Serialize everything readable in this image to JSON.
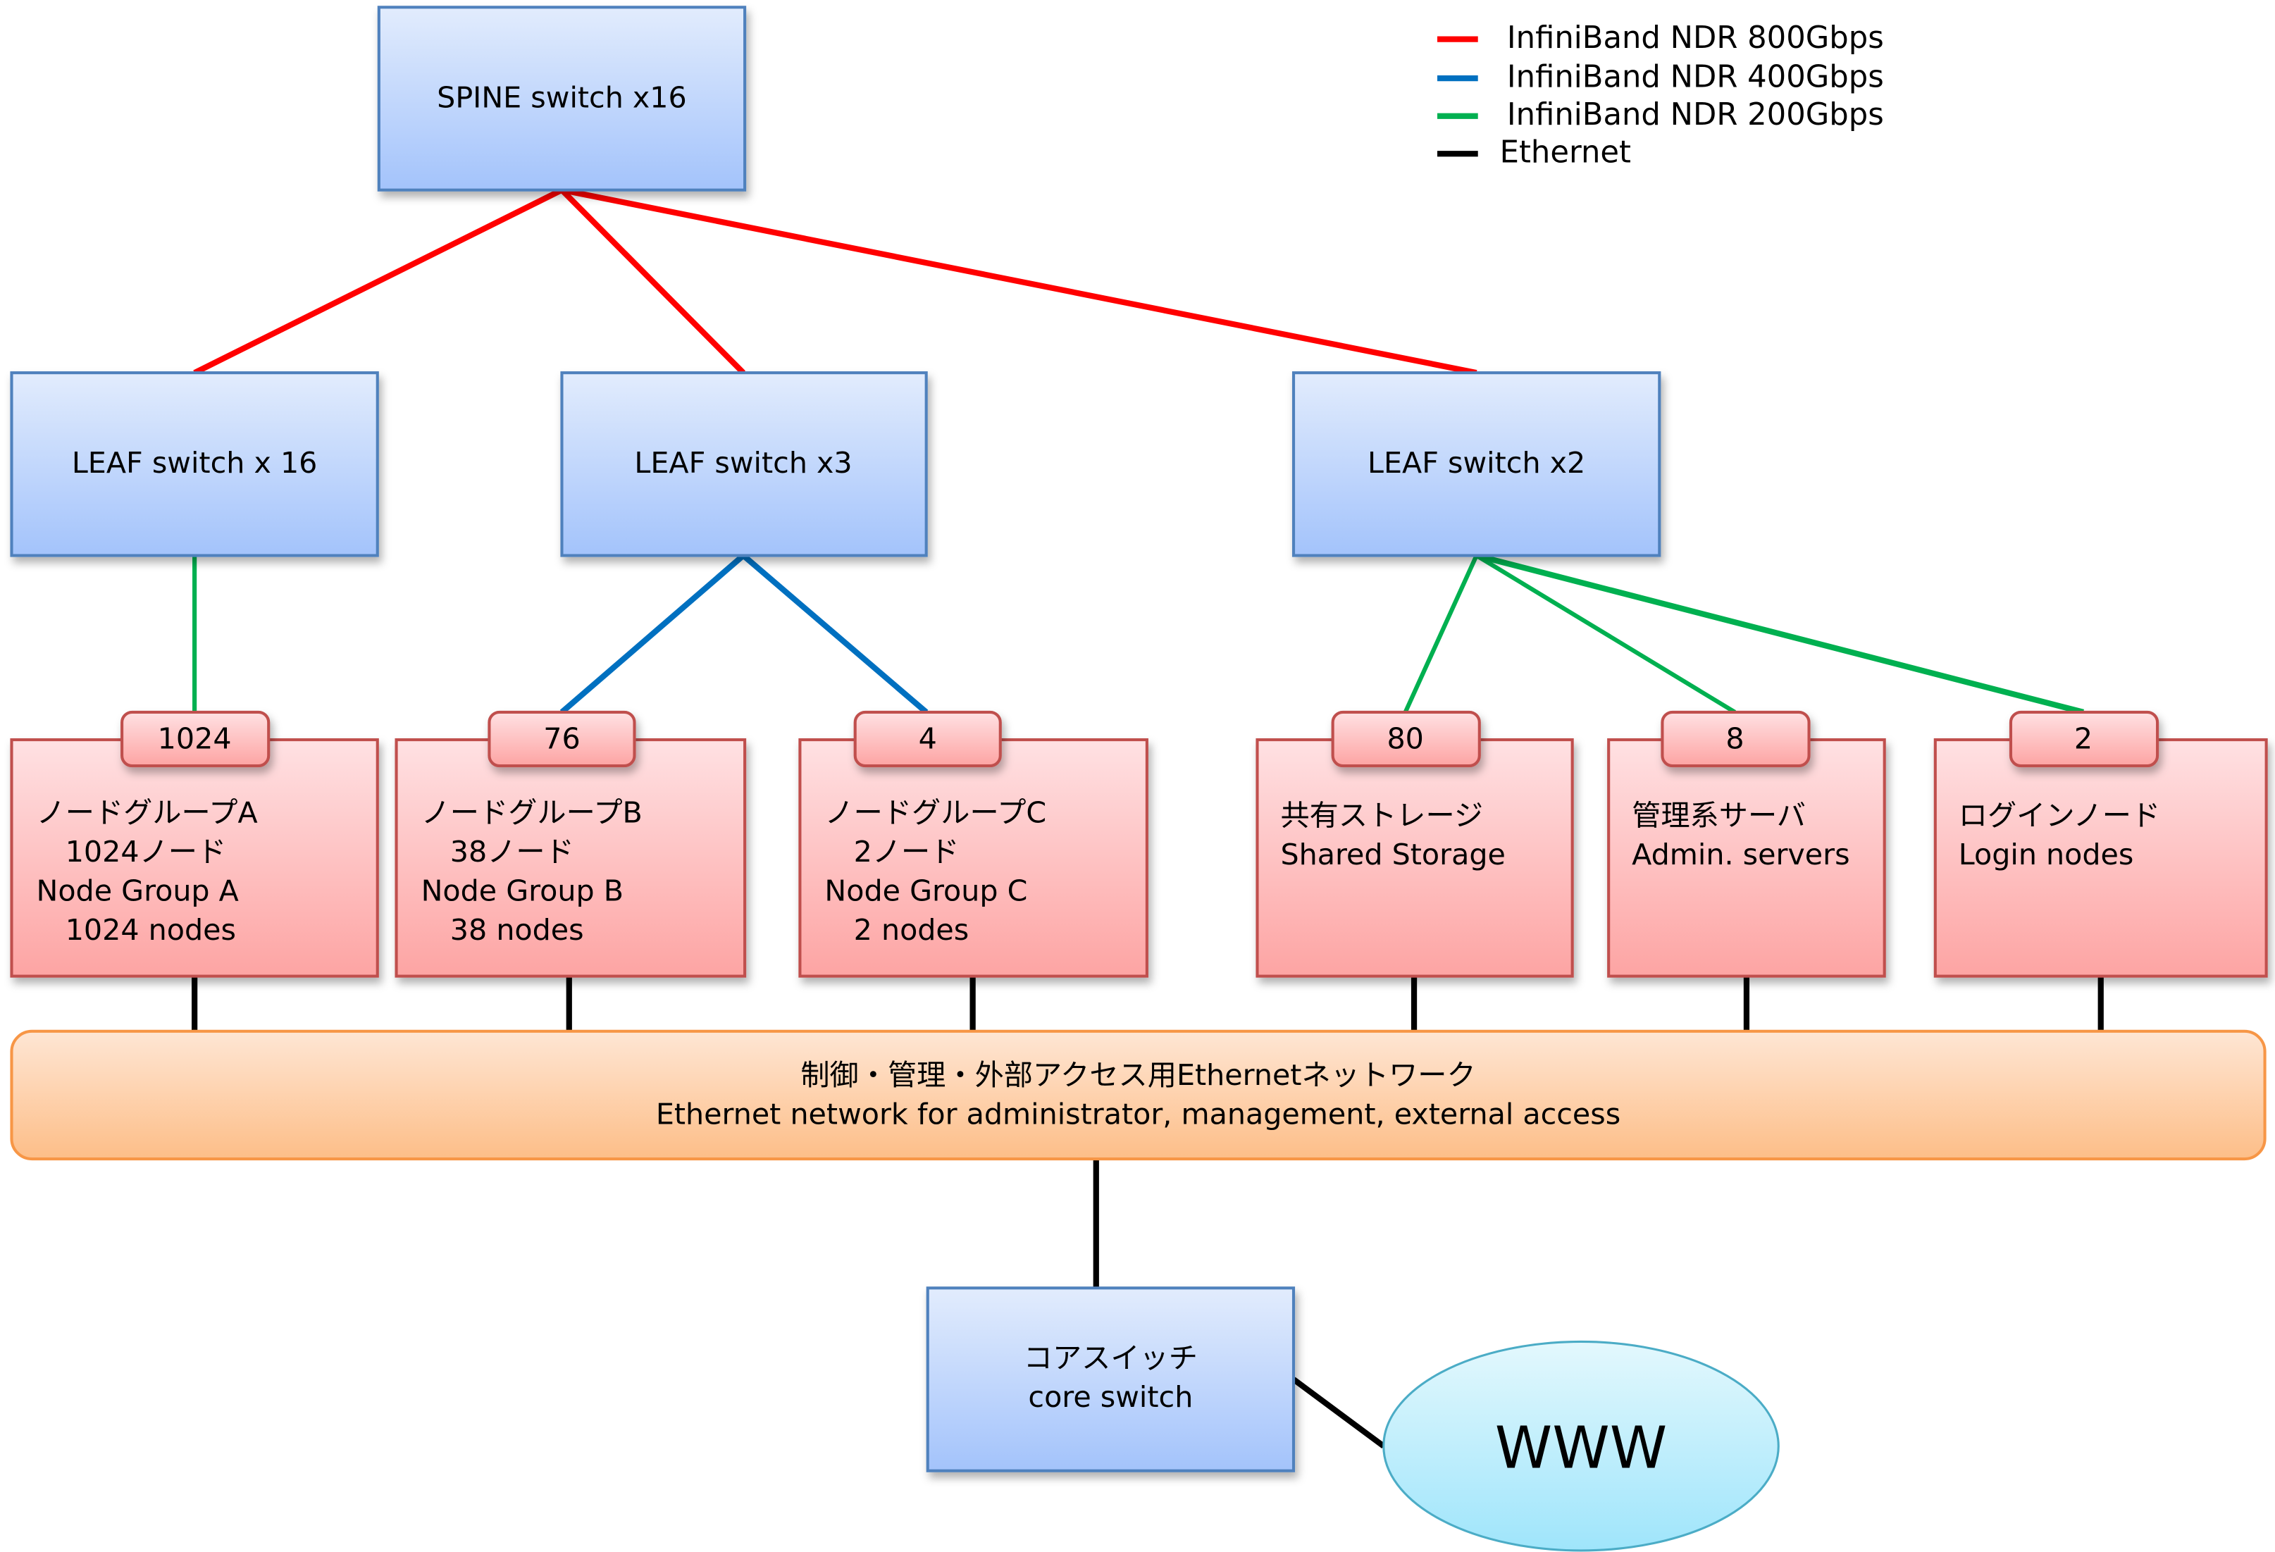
{
  "legend": [
    {
      "label": "InfiniBand NDR 800Gbps",
      "color": "#ff0000"
    },
    {
      "label": "InfiniBand NDR 400Gbps",
      "color": "#0070c0"
    },
    {
      "label": "InfiniBand NDR 200Gbps",
      "color": "#00b050"
    },
    {
      "label": "Ethernet",
      "color": "#000000"
    }
  ],
  "switches": {
    "spine": {
      "label": "SPINE switch x16"
    },
    "leaf_a": {
      "label": "LEAF switch x 16"
    },
    "leaf_b": {
      "label": "LEAF switch x3"
    },
    "leaf_c": {
      "label": "LEAF switch x2"
    },
    "core": {
      "label_ja": "コアスイッチ",
      "label_en": "core switch"
    }
  },
  "groups": [
    {
      "count": "1024",
      "lines": [
        "ノードグループA",
        "　1024ノード",
        "Node Group A",
        "　1024 nodes"
      ],
      "link": "InfiniBand NDR 200Gbps"
    },
    {
      "count": "76",
      "lines": [
        "ノードグループB",
        "　38ノード",
        "Node Group B",
        "　38 nodes"
      ],
      "link": "InfiniBand NDR 400Gbps"
    },
    {
      "count": "4",
      "lines": [
        "ノードグループC",
        "　2ノード",
        "Node Group C",
        "　2 nodes"
      ],
      "link": "InfiniBand NDR 400Gbps"
    },
    {
      "count": "80",
      "lines": [
        "共有ストレージ",
        "Shared Storage"
      ],
      "link": "InfiniBand NDR 200Gbps"
    },
    {
      "count": "8",
      "lines": [
        "管理系サーバ",
        "Admin. servers"
      ],
      "link": "InfiniBand NDR 200Gbps"
    },
    {
      "count": "2",
      "lines": [
        "ログインノード",
        "Login nodes"
      ],
      "link": "InfiniBand NDR 200Gbps"
    }
  ],
  "ethernet_network": {
    "label_ja": "制御・管理・外部アクセス用Ethernetネットワーク",
    "label_en": "Ethernet network for administrator, management, external access"
  },
  "internet": {
    "label": "WWW"
  },
  "colors": {
    "ib800": "#ff0000",
    "ib400": "#0070c0",
    "ib200": "#00b050",
    "ethernet": "#000000",
    "switch_border": "#4f81bd",
    "group_border": "#c0504d",
    "network_border": "#f79646",
    "cloud_border": "#4bacc6"
  }
}
